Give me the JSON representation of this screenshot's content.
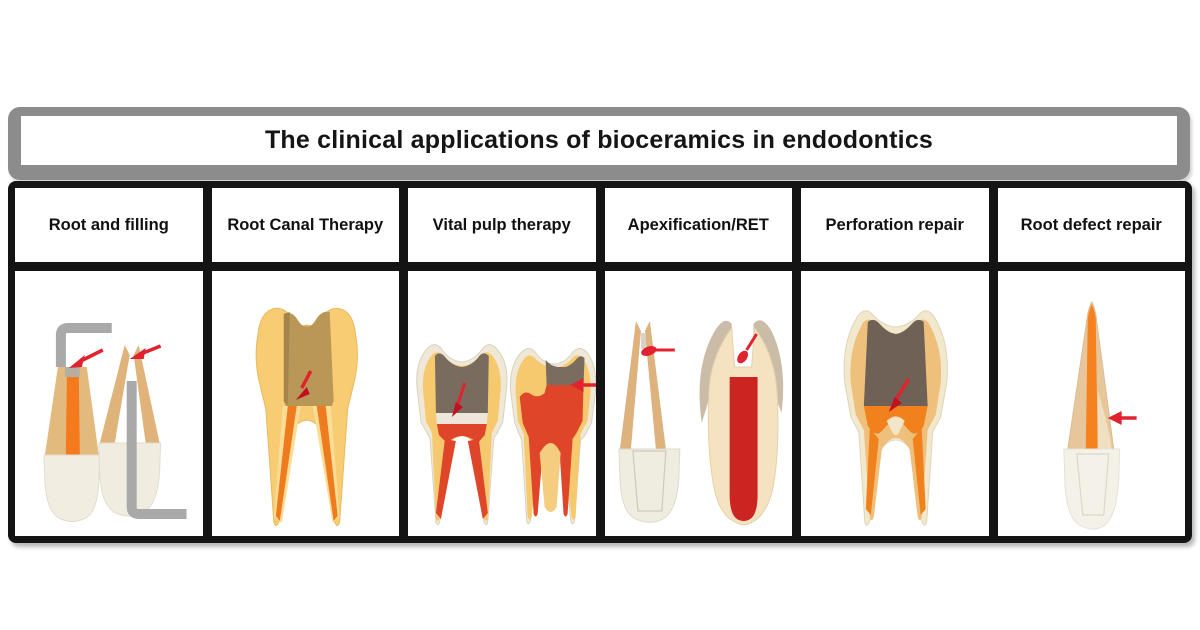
{
  "title": "The clinical applications of bioceramics in endodontics",
  "columns": [
    {
      "label": "Root and filling",
      "illustration": "two-inverted-roots-with-files-icon"
    },
    {
      "label": "Root Canal Therapy",
      "illustration": "molar-with-filled-canals-icon"
    },
    {
      "label": "Vital pulp therapy",
      "illustration": "two-molars-pulp-capping-icon"
    },
    {
      "label": "Apexification/RET",
      "illustration": "open-apex-revascularization-icon"
    },
    {
      "label": "Perforation repair",
      "illustration": "molar-furcation-perforation-icon"
    },
    {
      "label": "Root defect repair",
      "illustration": "root-with-repaired-defect-icon"
    }
  ],
  "colors": {
    "banner_frame": "#8c8c8c",
    "table_border": "#141414",
    "cell_background": "#ffffff",
    "arrow_red": "#e0232e",
    "tooth_body_yellow": "#f8cc72",
    "dentin_tan": "#e3ba7e",
    "canal_orange": "#f5791d",
    "restoration_brown": "#b99757",
    "restoration_gray": "#796b5d",
    "pulp_red": "#df4529",
    "blood_red": "#cb2421",
    "crown_white": "#f1ede1",
    "instrument_gray": "#a9a9a9"
  }
}
